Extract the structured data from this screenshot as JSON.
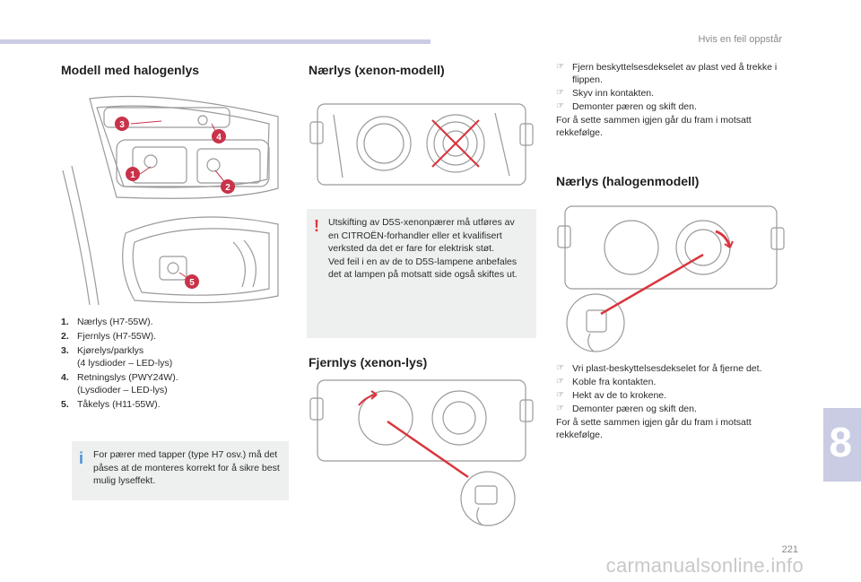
{
  "header": {
    "section": "Hvis en feil oppstår"
  },
  "col1": {
    "title": "Modell med halogenlys",
    "figure": {
      "callouts": [
        "3",
        "4",
        "1",
        "2",
        "5"
      ]
    },
    "legend": [
      {
        "num": "1.",
        "text": "Nærlys (H7-55W)."
      },
      {
        "num": "2.",
        "text": "Fjernlys (H7-55W)."
      },
      {
        "num": "3.",
        "text": "Kjørelys/parklys",
        "sub": "(4 lysdioder – LED-lys)"
      },
      {
        "num": "4.",
        "text": "Retningslys (PWY24W).",
        "sub": "(Lysdioder – LED-lys)"
      },
      {
        "num": "5.",
        "text": "Tåkelys (H11-55W)."
      }
    ],
    "info_note": "For pærer med tapper (type H7 osv.) må det påses at de monteres korrekt for å sikre best mulig lyseffekt."
  },
  "col2": {
    "title1": "Nærlys (xenon-modell)",
    "warning": {
      "p1": "Utskifting av D5S-xenonpærer må utføres av en CITROËN-forhandler eller et kvalifisert verksted da det er fare for elektrisk støt.",
      "p2": "Ved feil i en av de to D5S-lampene anbefales det at lampen på motsatt side også skiftes ut."
    },
    "title2": "Fjernlys (xenon-lys)"
  },
  "col3": {
    "steps1": [
      "Fjern beskyttelsesdekselet av plast ved å trekke i flippen.",
      "Skyv inn kontakten.",
      "Demonter pæren og skift den."
    ],
    "tail1": "For å sette sammen igjen går du fram i motsatt rekkefølge.",
    "title": "Nærlys (halogenmodell)",
    "steps2": [
      "Vri plast-beskyttelsesdekselet for å fjerne det.",
      "Koble fra kontakten.",
      "Hekt av de to krokene.",
      "Demonter pæren og skift den."
    ],
    "tail2": "For å sette sammen igjen går du fram i motsatt rekkefølge."
  },
  "chapter": "8",
  "page_number": "221",
  "watermark": "carmanualsonline.info",
  "colors": {
    "accent": "#c9cce3",
    "callout": "#c8334a",
    "arrow": "#d9363e",
    "note_bg": "#eef0ef"
  },
  "icons": {
    "step_bullet": "pointing-hand-icon",
    "warning": "exclamation-icon",
    "info": "info-icon"
  }
}
